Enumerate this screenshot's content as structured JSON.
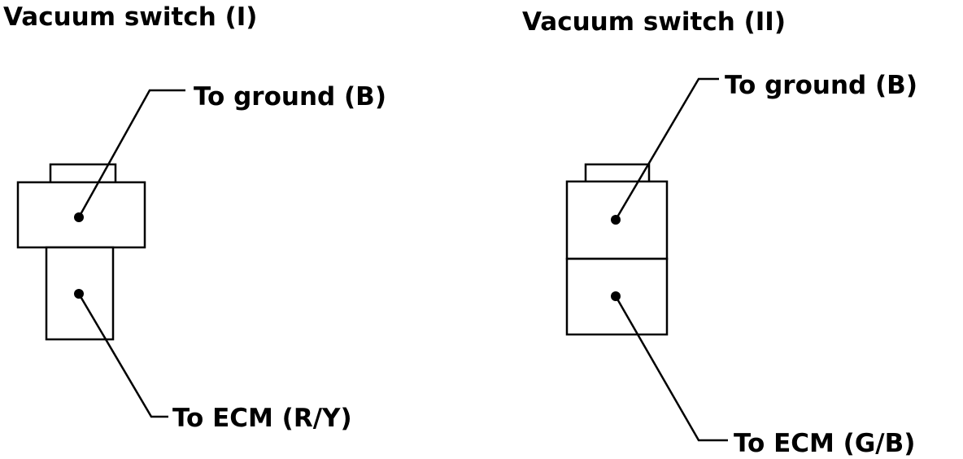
{
  "switch_1": {
    "title": "Vacuum switch (I)",
    "ground_label": "To ground (B)",
    "ecm_label": "To ECM (R/Y)"
  },
  "switch_2": {
    "title": "Vacuum switch (II)",
    "ground_label": "To ground (B)",
    "ecm_label": "To ECM (G/B)"
  },
  "colors": {
    "ink": "#000000",
    "paper": "#ffffff"
  }
}
